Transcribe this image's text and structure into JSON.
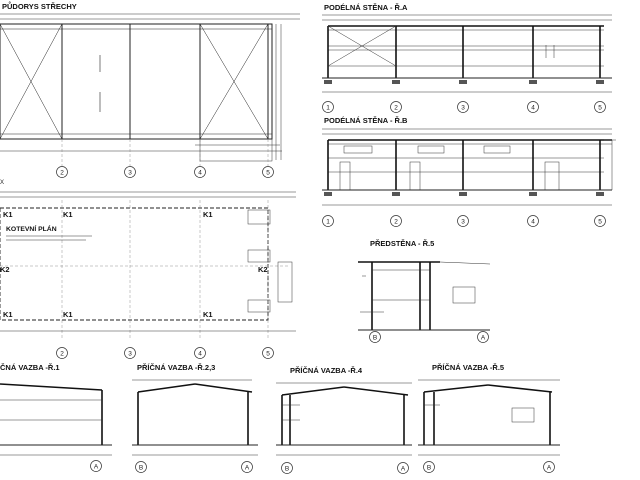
{
  "titles": {
    "roof_plan": "PŮDORYS STŘECHY",
    "wall_a": "PODÉLNÁ STĚNA - Ř.A",
    "wall_b": "PODÉLNÁ STĚNA - Ř.B",
    "anchor_plan": "KOTEVNÍ PLÁN",
    "front_wall": "PŘEDSTĚNA - Ř.5",
    "truss_1": "ČNÁ VAZBA -Ř.1",
    "truss_23": "PŘÍČNÁ VAZBA -Ř.2,3",
    "truss_4": "PŘÍČNÁ VAZBA -Ř.4",
    "truss_5": "PŘÍČNÁ VAZBA -Ř.5"
  },
  "axis_numbers": [
    "1",
    "2",
    "3",
    "4",
    "5"
  ],
  "axis_letters": [
    "A",
    "B"
  ],
  "anchor_labels": [
    "K1",
    "K2"
  ]
}
